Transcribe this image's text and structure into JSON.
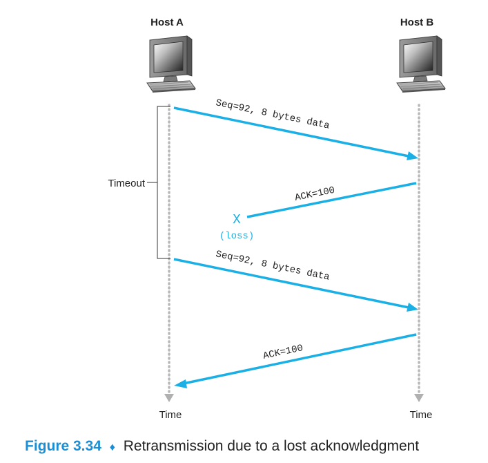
{
  "hosts": {
    "a": {
      "label": "Host A",
      "time_label": "Time"
    },
    "b": {
      "label": "Host B",
      "time_label": "Time"
    }
  },
  "timeout_label": "Timeout",
  "messages": [
    {
      "text": "Seq=92, 8 bytes data",
      "direction": "A-to-B",
      "lost": false
    },
    {
      "text": "ACK=100",
      "direction": "B-to-A",
      "lost": true
    },
    {
      "text": "Seq=92, 8 bytes data",
      "direction": "A-to-B",
      "lost": false
    },
    {
      "text": "ACK=100",
      "direction": "B-to-A",
      "lost": false
    }
  ],
  "loss_marker": {
    "symbol": "X",
    "text": "(loss)"
  },
  "caption": {
    "number": "Figure 3.34",
    "separator": "♦",
    "text": "Retransmission due to a lost acknowledgment"
  },
  "colors": {
    "arrow": "#1ab0e6",
    "caption_number": "#1a8fd6",
    "timeline_dots": "#b8b8b8",
    "text": "#222222"
  }
}
